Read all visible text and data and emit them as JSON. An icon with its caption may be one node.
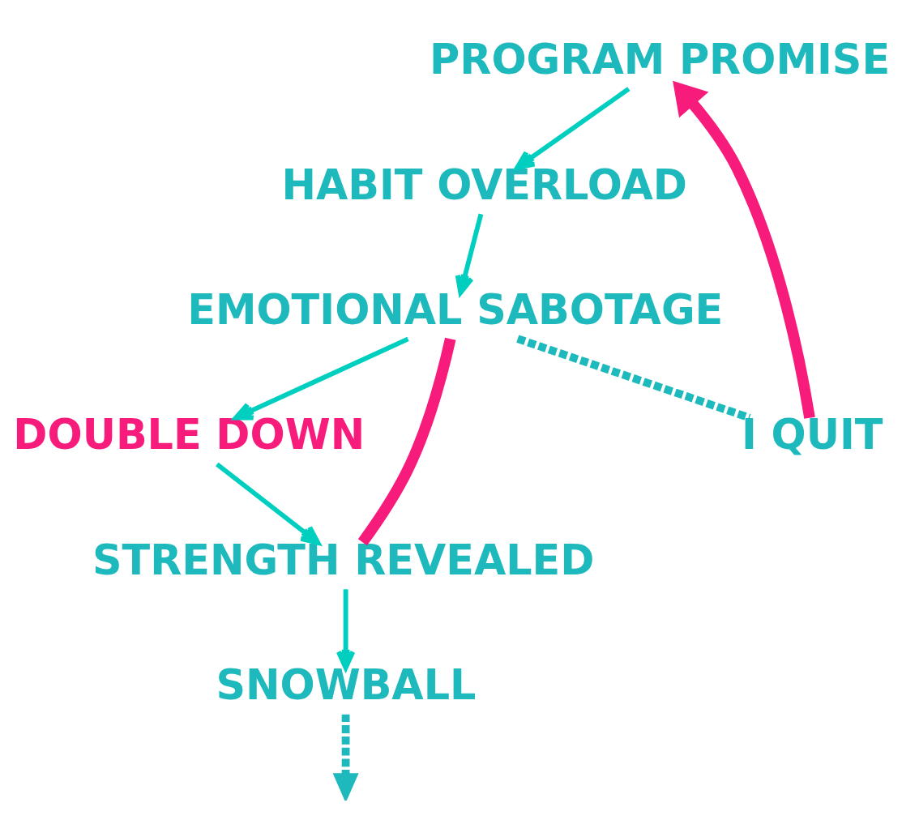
{
  "diagram": {
    "nodes": [
      {
        "text": [
          "PROGRAM PROMISE"
        ]
      },
      {
        "text": [
          "HABIT OVERLOAD"
        ]
      },
      {
        "text": [
          "EMOTIONAL SABOTAGE"
        ]
      },
      {
        "text": [
          "DOUBLE DOWN"
        ]
      },
      {
        "text": [
          "STRENGTH REVEALED"
        ]
      },
      {
        "text": [
          "SNOWBALL"
        ]
      },
      {
        "text": [
          "I QUIT"
        ]
      }
    ],
    "edges": [
      {
        "from": 0,
        "to": 1,
        "arrow": "to"
      },
      {
        "from": 1,
        "to": 2,
        "arrow": "to"
      },
      {
        "from": 2,
        "to": 3,
        "arrow": "to"
      },
      {
        "from": 3,
        "to": 4,
        "arrow": "to"
      },
      {
        "from": 4,
        "to": 5,
        "arrow": "to"
      },
      {
        "from": 2,
        "to": 6,
        "arrow": "none",
        "style": "dashed",
        "color": "#1db9bc"
      },
      {
        "from": 6,
        "to": 0,
        "arrow": "to",
        "style": "thick",
        "color": "#f71b7c"
      },
      {
        "from": 2,
        "to": 4,
        "arrow": "none",
        "style": "thick",
        "color": "#f71b7c"
      },
      {
        "from": 5,
        "to": null,
        "arrow": "to",
        "style": "dashed",
        "color": "#1db9bc"
      }
    ]
  }
}
